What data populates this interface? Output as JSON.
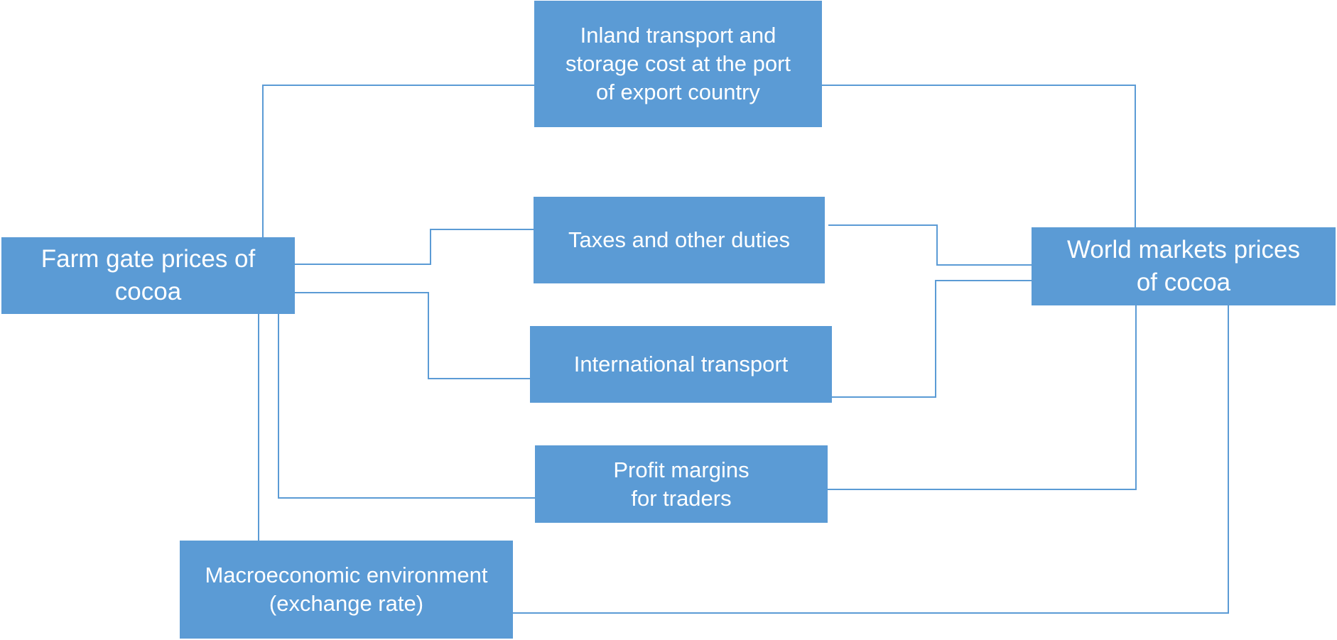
{
  "diagram": {
    "boxes": {
      "farm_gate": "Farm gate prices of\ncocoa",
      "world_markets": "World markets prices\nof cocoa",
      "inland_transport": "Inland transport and\nstorage cost at the port\nof export country",
      "taxes": "Taxes and other duties",
      "international_transport": "International transport",
      "profit_margins": "Profit margins\nfor traders",
      "macroeconomic": "Macroeconomic environment\n(exchange rate)"
    },
    "connector_color": "#5b9bd5",
    "box_color": "#5b9bd5",
    "text_color": "#ffffff"
  }
}
